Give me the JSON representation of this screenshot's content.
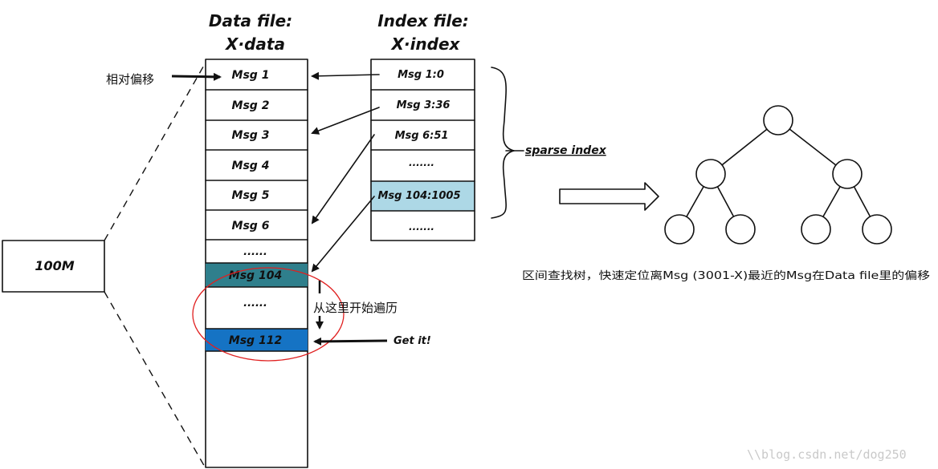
{
  "headers": {
    "data_title_1": "Data file:",
    "data_title_2": "X·data",
    "index_title_1": "Index file:",
    "index_title_2": "X·index"
  },
  "left_label": "100M",
  "offset_label": "相对偏移",
  "data_rows": [
    "Msg 1",
    "Msg 2",
    "Msg 3",
    "Msg 4",
    "Msg 5",
    "Msg 6",
    "......",
    "Msg 104",
    "......",
    "Msg 112"
  ],
  "index_rows": [
    "Msg 1:0",
    "Msg 3:36",
    "Msg 6:51",
    ".......",
    "Msg 104:1005",
    "......."
  ],
  "sparse_label": "sparse index",
  "traverse_label": "从这里开始遍历",
  "get_it_label": "Get it!",
  "caption": "区间查找树，快速定位离Msg (3001-X)最近的Msg在Data file里的偏移",
  "watermark": "\\\\blog.csdn.net/dog250",
  "colors": {
    "msg104_fill": "#2f7f8c",
    "msg112_fill": "#1573c4",
    "index_highlight": "#add8e6",
    "circle_outline": "#e02020"
  }
}
